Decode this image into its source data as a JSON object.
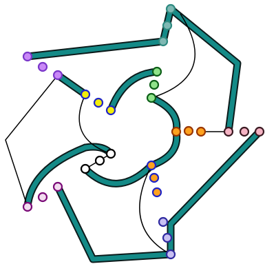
{
  "colors": {
    "background": "#ffffff",
    "track_fill": "#148a87",
    "track_outline": "#0b1a1a",
    "connector": "#000000"
  },
  "node_groups": [
    {
      "name": "teal",
      "fill": "#7fb8b3",
      "stroke": "#2e8a80",
      "count": 3
    },
    {
      "name": "green",
      "fill": "#90e38a",
      "stroke": "#0d5f18",
      "count": 3
    },
    {
      "name": "purple",
      "fill": "#c988f7",
      "stroke": "#7a37c9",
      "count": 3
    },
    {
      "name": "yellow",
      "fill": "#f2ee0a",
      "stroke": "#1f24c7",
      "count": 3
    },
    {
      "name": "orange",
      "fill": "#ffa21e",
      "stroke": "#9a3600",
      "count": 3
    },
    {
      "name": "pink",
      "fill": "#f4b3c3",
      "stroke": "#3a1a22",
      "count": 3
    },
    {
      "name": "white",
      "fill": "#ffffff",
      "stroke": "#000000",
      "count": 3
    },
    {
      "name": "magenta",
      "fill": "#f2dcef",
      "stroke": "#7a0a77",
      "count": 3
    },
    {
      "name": "violet",
      "fill": "#c8c0f2",
      "stroke": "#2f2aa0",
      "count": 3
    }
  ]
}
